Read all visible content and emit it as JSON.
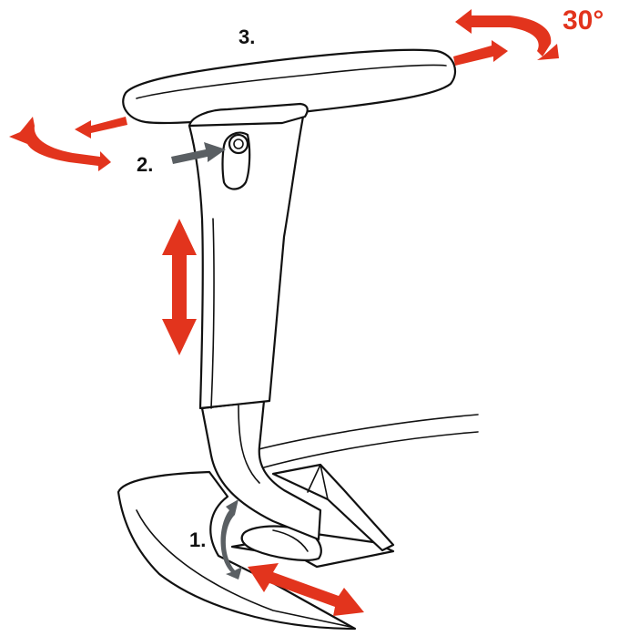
{
  "diagram": {
    "labels": {
      "step1": "1.",
      "step2": "2.",
      "step3": "3.",
      "rotation": "30°"
    },
    "colors": {
      "arrow_red": "#e2341d",
      "arrow_grey": "#5a5f63",
      "line": "#111111",
      "background": "#ffffff"
    }
  }
}
